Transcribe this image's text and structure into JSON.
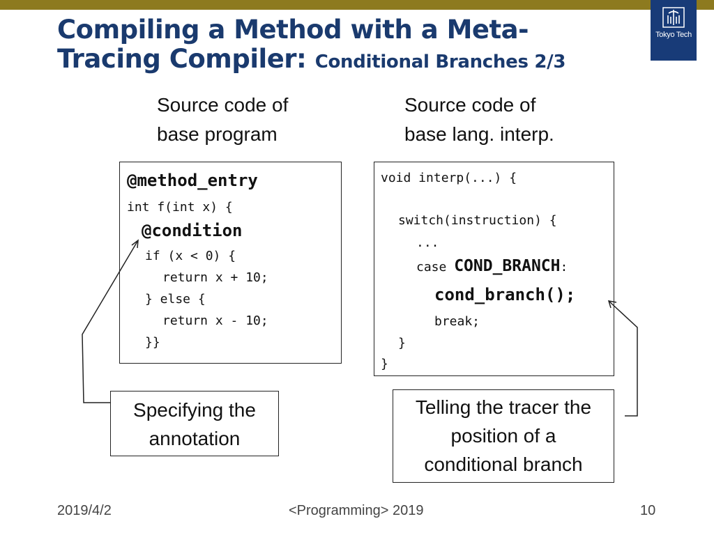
{
  "slide": {
    "title_line1": "Compiling a Method with a Meta-",
    "title_line2": "Tracing Compiler:",
    "title_sub": "Conditional Branches 2/3"
  },
  "logo": {
    "text": "Tokyo Tech",
    "icon": "tokyo-tech-emblem-icon"
  },
  "left": {
    "caption_line1": "Source code of",
    "caption_line2": "base program",
    "code": {
      "l1": "@method_entry",
      "l2": "int f(int x) {",
      "l3": "@condition",
      "l4": "if (x < 0) {",
      "l5": "return x + 10;",
      "l6": "} else {",
      "l7": "return x - 10;",
      "l8": "}}"
    },
    "note_line1": "Specifying the",
    "note_line2": "annotation"
  },
  "right": {
    "caption_line1": "Source code of",
    "caption_line2": "base lang. interp.",
    "code": {
      "l1": "void interp(...) {",
      "l2": "switch(instruction) {",
      "l3": "...",
      "l4a": "case ",
      "l4b": "COND_BRANCH",
      "l4c": ":",
      "l5": "cond_branch();",
      "l6": "break;",
      "l7": "}",
      "l8": "}"
    },
    "note_line1": "Telling the tracer the",
    "note_line2": "position of a",
    "note_line3": "conditional branch"
  },
  "footer": {
    "date": "2019/4/2",
    "center": "<Programming> 2019",
    "page": "10"
  },
  "colors": {
    "title": "#1a3a6e",
    "top_bar": "#8d7a1f",
    "logo_bg": "#183b78"
  }
}
